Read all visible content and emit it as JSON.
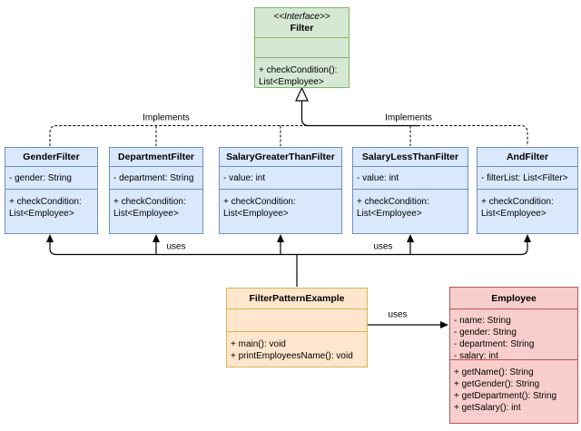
{
  "colors": {
    "green-fill": "#d5e8d4",
    "green-stroke": "#82b366",
    "blue-fill": "#dae8fc",
    "blue-stroke": "#6c8ebf",
    "orange-fill": "#ffe6cc",
    "orange-stroke": "#d6b656",
    "red-fill": "#f8cecc",
    "red-stroke": "#b85450",
    "line": "#000000"
  },
  "interface": {
    "stereotype": "<<Interface>>",
    "name": "Filter",
    "method": "+ checkCondition(): List<Employee>"
  },
  "classes": {
    "gender": {
      "name": "GenderFilter",
      "field": "- gender: String",
      "method": "+ checkCondition: List<Employee>"
    },
    "department": {
      "name": "DepartmentFilter",
      "field": "- department: String",
      "method": "+ checkCondition: List<Employee>"
    },
    "salary_greater": {
      "name": "SalaryGreaterThanFilter",
      "field": "- value: int",
      "method": "+ checkCondition: List<Employee>"
    },
    "salary_less": {
      "name": "SalaryLessThanFilter",
      "field": "- value: int",
      "method": "+ checkCondition: List<Employee>"
    },
    "and": {
      "name": "AndFilter",
      "field": "- filterList: List<Filter>",
      "method": "+ checkCondition: List<Employee>"
    }
  },
  "example": {
    "name": "FilterPatternExample",
    "methods": [
      "+ main(): void",
      "+ printEmployeesName(): void"
    ]
  },
  "employee": {
    "name": "Employee",
    "fields": [
      "- name: String",
      "- gender: String",
      "- department: String",
      "- salary: int"
    ],
    "methods": [
      "+ getName(): String",
      "+ getGender(): String",
      "+ getDepartment(): String",
      "+ getSalary(): int"
    ]
  },
  "labels": {
    "implements_left": "Implements",
    "implements_right": "Implements",
    "uses_left": "uses",
    "uses_right": "uses",
    "uses_example_employee": "uses"
  }
}
